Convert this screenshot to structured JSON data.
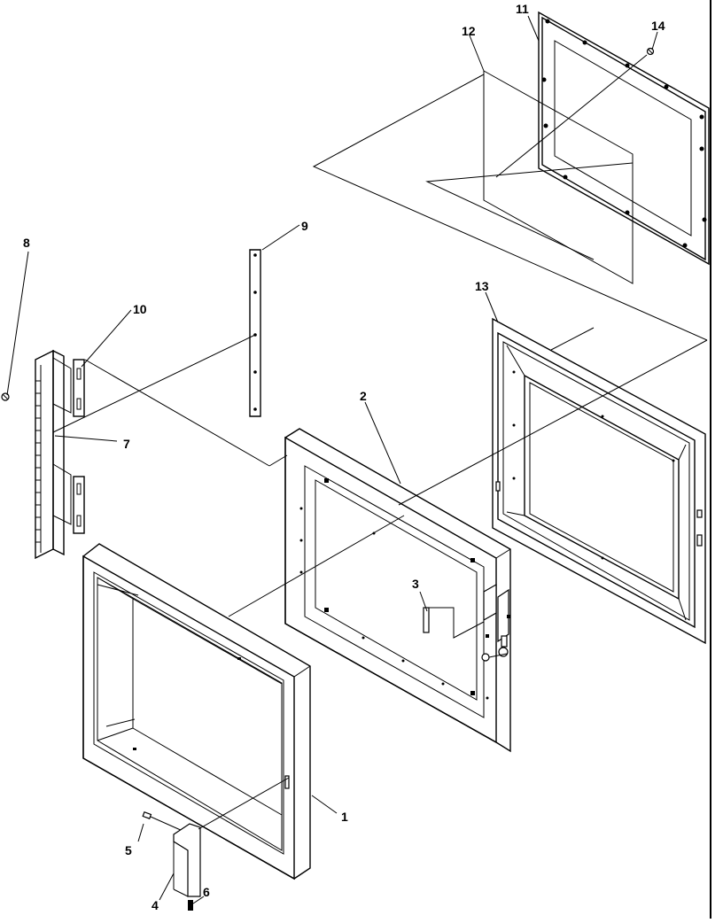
{
  "callouts": [
    {
      "id": "1",
      "label": "1"
    },
    {
      "id": "2",
      "label": "2"
    },
    {
      "id": "3",
      "label": "3"
    },
    {
      "id": "4",
      "label": "4"
    },
    {
      "id": "5",
      "label": "5"
    },
    {
      "id": "6",
      "label": "6"
    },
    {
      "id": "7",
      "label": "7"
    },
    {
      "id": "8",
      "label": "8"
    },
    {
      "id": "9",
      "label": "9"
    },
    {
      "id": "10",
      "label": "10"
    },
    {
      "id": "11",
      "label": "11"
    },
    {
      "id": "12",
      "label": "12"
    },
    {
      "id": "13",
      "label": "13"
    },
    {
      "id": "14",
      "label": "14"
    }
  ],
  "colors": {
    "line": "#000000",
    "background": "#ffffff"
  }
}
